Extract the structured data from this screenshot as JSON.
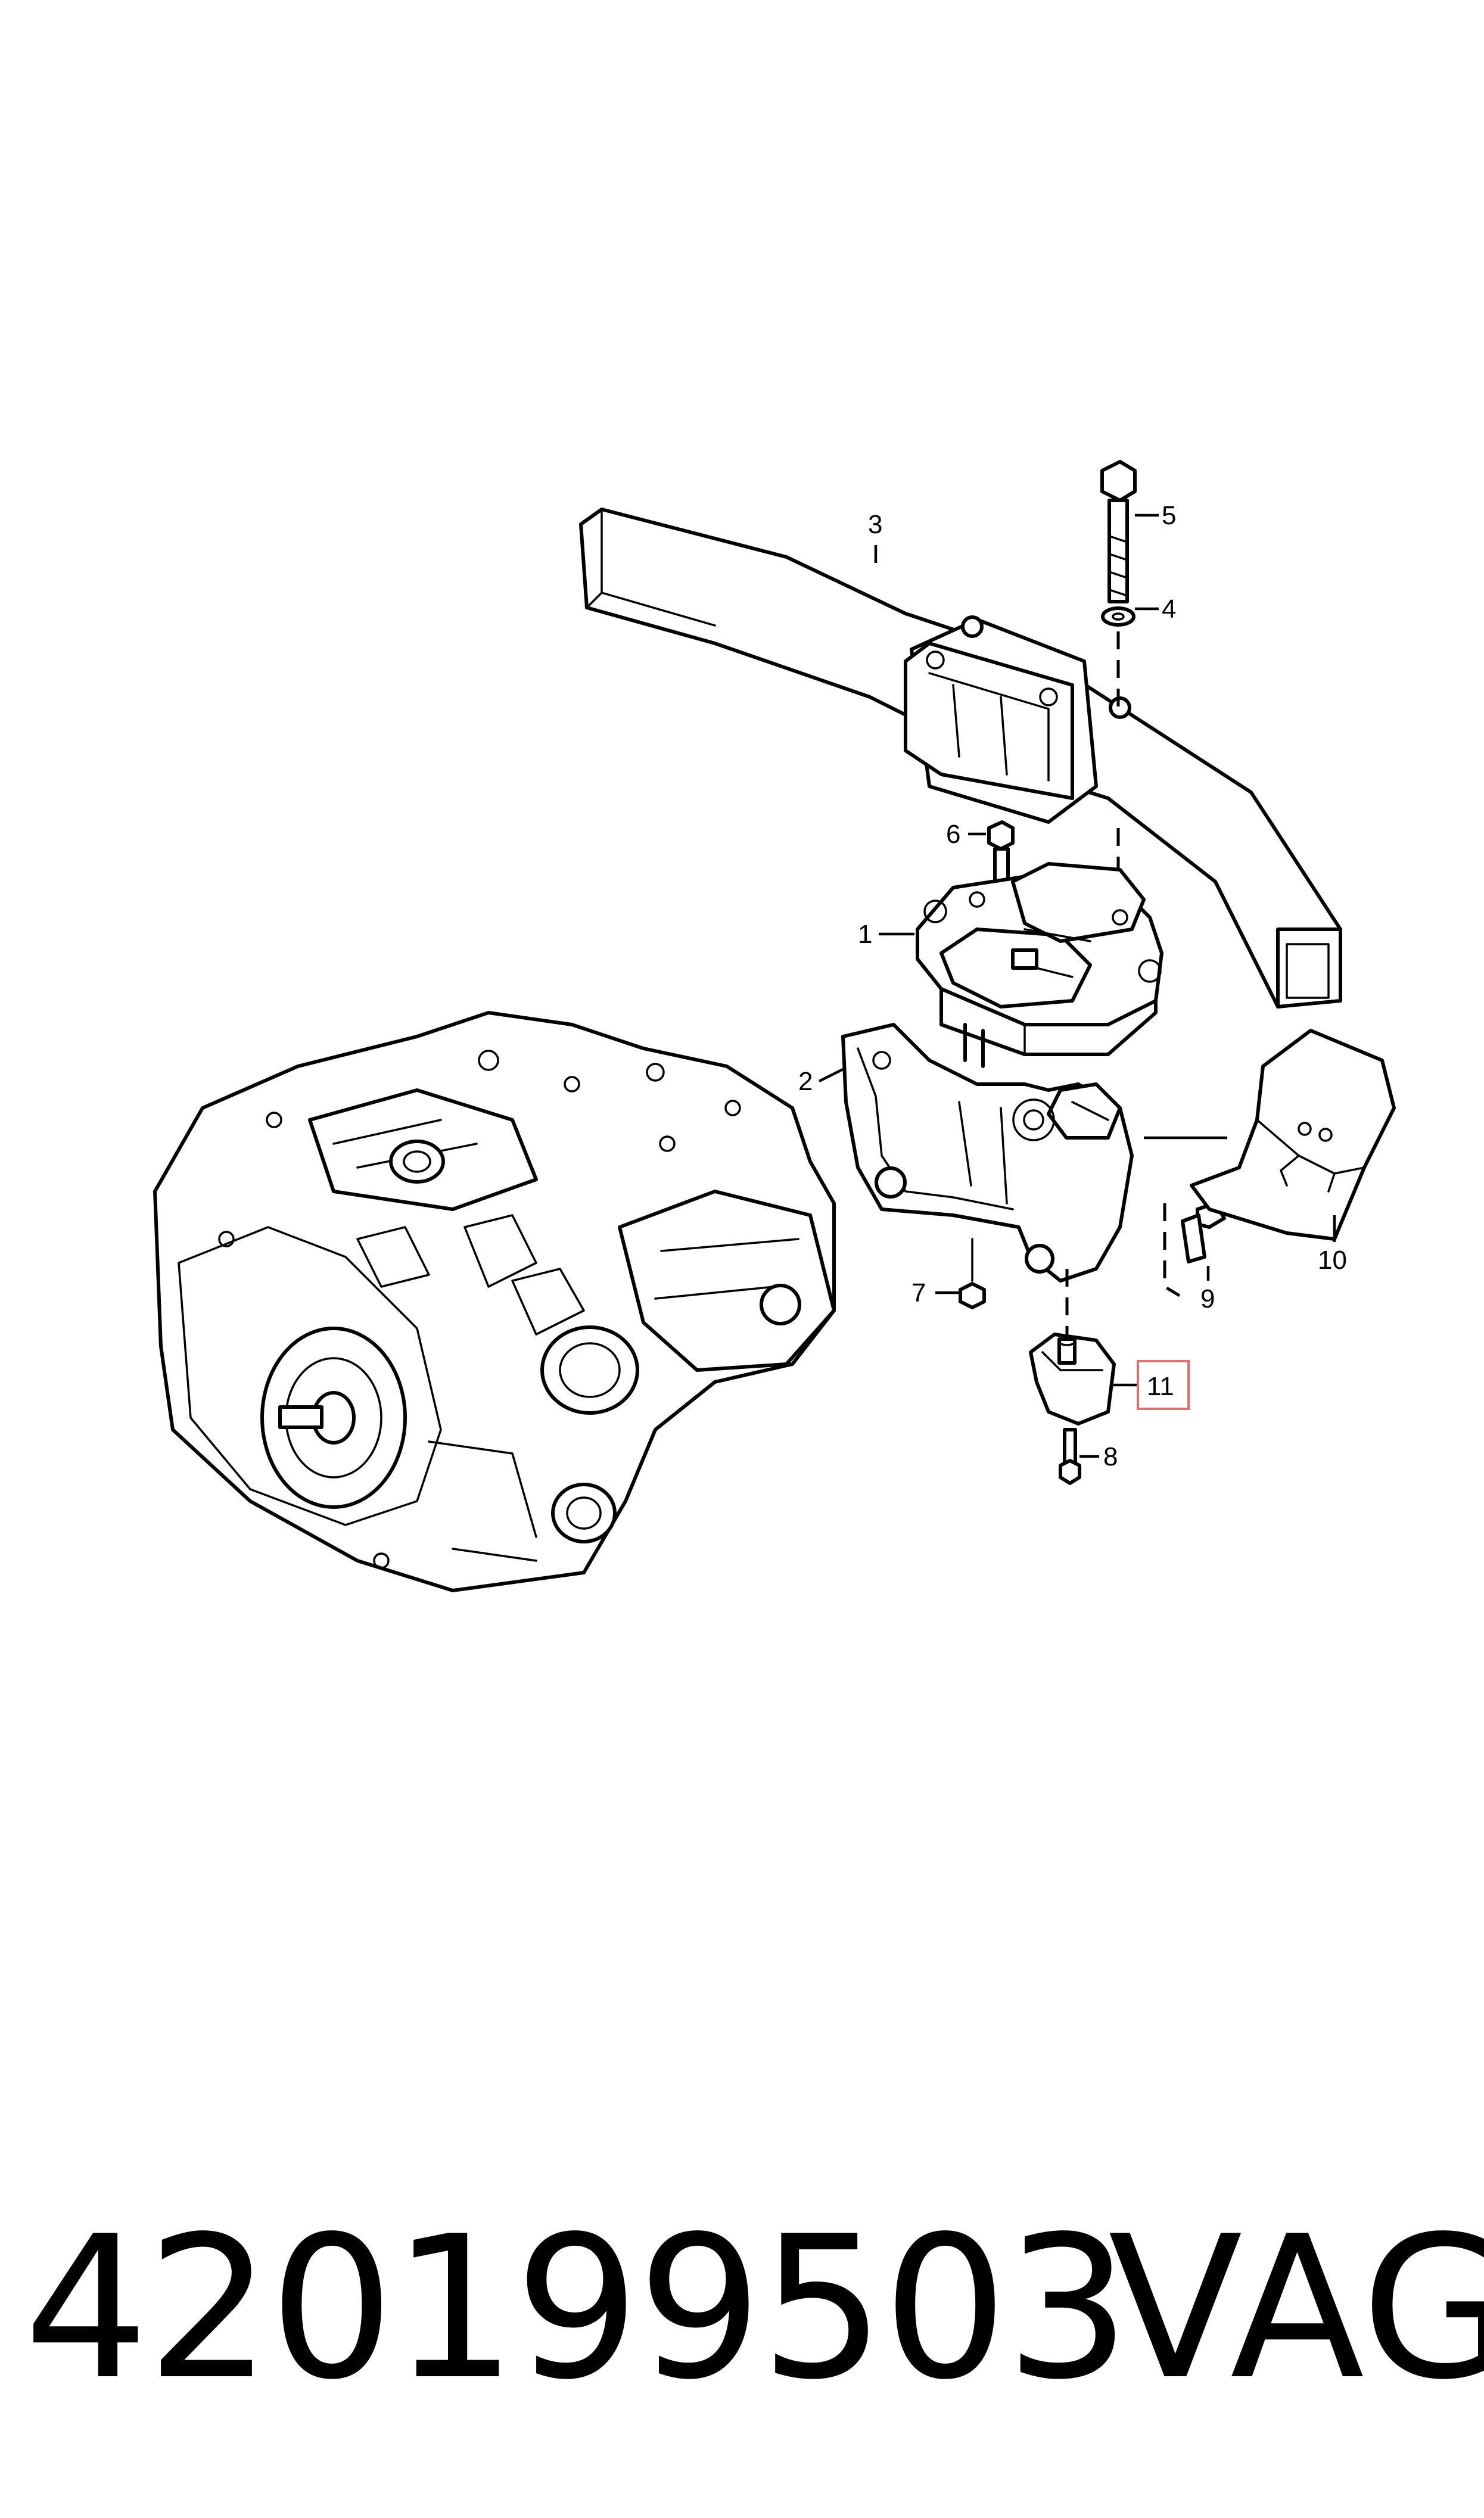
{
  "callouts": [
    "1",
    "2",
    "3",
    "4",
    "5",
    "6",
    "7",
    "8",
    "9",
    "10",
    "11"
  ],
  "highlighted_callout": "11",
  "highlight_color": "#e07070",
  "footer": {
    "part_number": "420199503",
    "brand": "VAG"
  }
}
